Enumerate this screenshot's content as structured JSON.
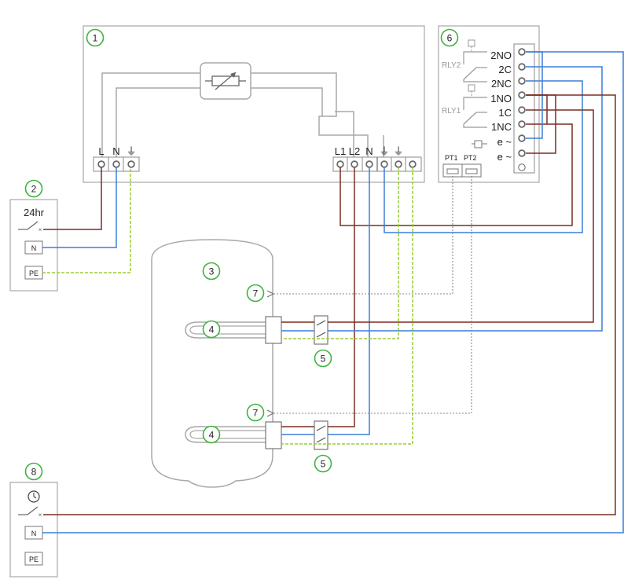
{
  "colors": {
    "live": "#7a2e22",
    "neutral": "#3a7fd8",
    "earth": "#9acd32",
    "gray": "#a8a8a8",
    "dark": "#555555",
    "badge": "#3cb43c",
    "relay": "#999999"
  },
  "badges": [
    "1",
    "2",
    "3",
    "4",
    "4",
    "5",
    "5",
    "6",
    "7",
    "7",
    "8"
  ],
  "box1": {
    "left_terminals": [
      "L",
      "N",
      "⏚"
    ],
    "right_terminals": [
      "L1",
      "L2",
      "N",
      "⏚",
      "⏚"
    ]
  },
  "box2": {
    "title": "24hr",
    "n_label": "N",
    "pe_label": "PE"
  },
  "box6": {
    "relay2": "RLY2",
    "relay1": "RLY1",
    "terminals": [
      "2NO",
      "2C",
      "2NC",
      "1NO",
      "1C",
      "1NC",
      "e ~",
      "e ~"
    ],
    "pt1": "PT1",
    "pt2": "PT2"
  },
  "box8": {
    "icon": "clock-icon",
    "n_label": "N",
    "pe_label": "PE"
  }
}
